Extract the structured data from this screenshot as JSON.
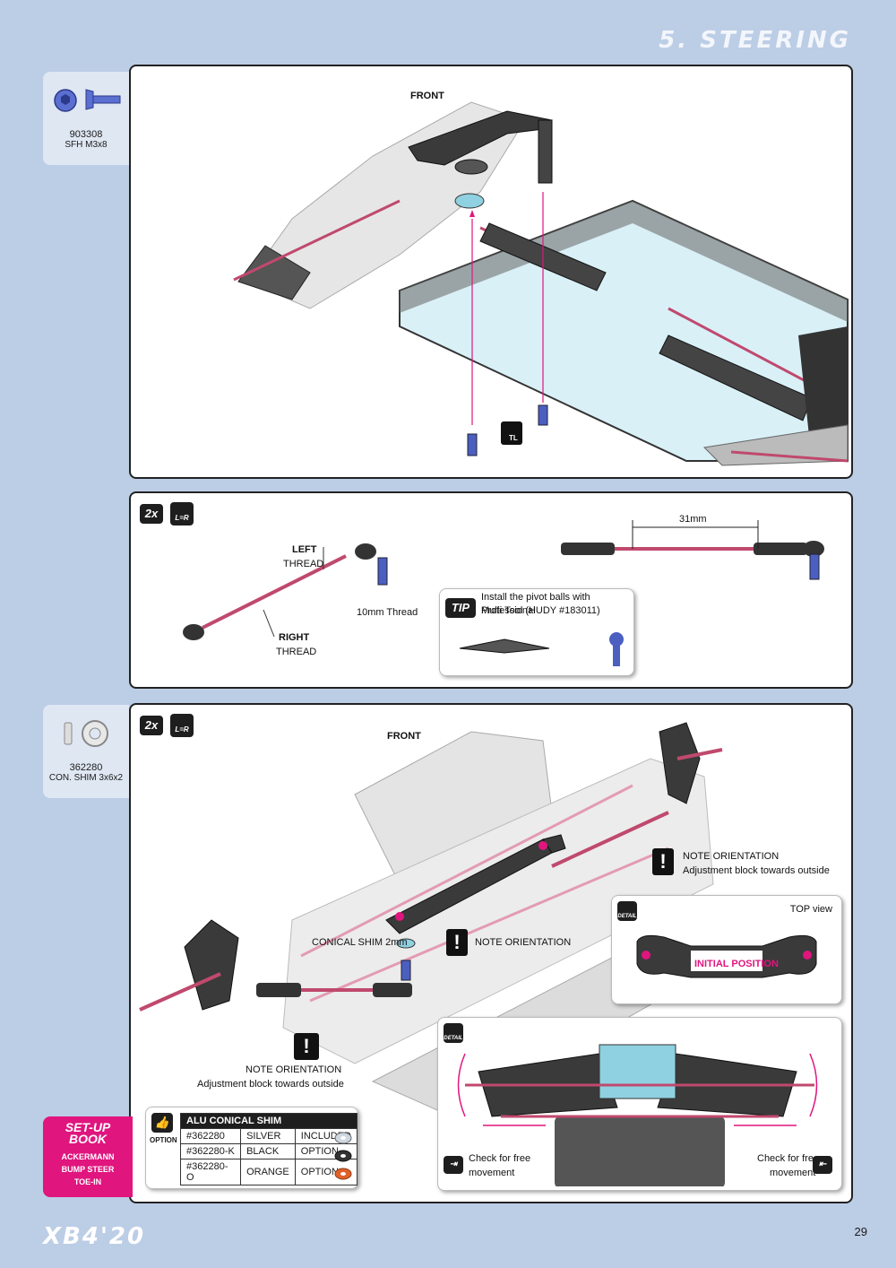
{
  "header": {
    "title": "5. STEERING"
  },
  "parts": [
    {
      "code": "903308",
      "desc": "SFH M3x8"
    },
    {
      "code": "362280",
      "desc": "CON. SHIM 3x6x2"
    }
  ],
  "panel1": {
    "front_label": "FRONT",
    "tool_label": "TL"
  },
  "panel2": {
    "qty": "2x",
    "lr": "L=R",
    "left_thread": "LEFT",
    "left_thread2": "THREAD",
    "right_thread": "RIGHT",
    "right_thread2": "THREAD",
    "ten_mm": "10mm Thread",
    "dimension": "31mm",
    "tip_badge": "TIP",
    "tip_text1": "Install the pivot balls with Professional",
    "tip_text2": "Multi Tool (HUDY #183011)"
  },
  "panel3": {
    "qty": "2x",
    "lr": "L=R",
    "front_label": "FRONT",
    "note1_title": "NOTE ORIENTATION",
    "note1_text": "Adjustment block towards outside",
    "conical": "CONICAL SHIM 2mm",
    "note2_title": "NOTE ORIENTATION",
    "note3_title": "NOTE ORIENTATION",
    "note3_text": "Adjustment block towards outside",
    "detail_label": "DETAIL",
    "top_view": "TOP view",
    "initial_position": "INITIAL POSITION",
    "check_left1": "Check for free",
    "check_left2": "movement",
    "check_right1": "Check for free",
    "check_right2": "movement",
    "option_label": "OPTION",
    "table": {
      "header": "ALU CONICAL SHIM",
      "rows": [
        [
          "#362280",
          "SILVER",
          "INCLUDED"
        ],
        [
          "#362280-K",
          "BLACK",
          "OPTION"
        ],
        [
          "#362280-O",
          "ORANGE",
          "OPTION"
        ]
      ]
    }
  },
  "setup_book": {
    "title1": "SET-UP",
    "title2": "BOOK",
    "items": [
      "ACKERMANN",
      "BUMP STEER",
      "TOE-IN"
    ]
  },
  "footer": {
    "logo": "XB4'20",
    "page": "29"
  },
  "colors": {
    "accent": "#e0157e",
    "background": "#bccde6",
    "anodized": "#4b5fc0"
  }
}
